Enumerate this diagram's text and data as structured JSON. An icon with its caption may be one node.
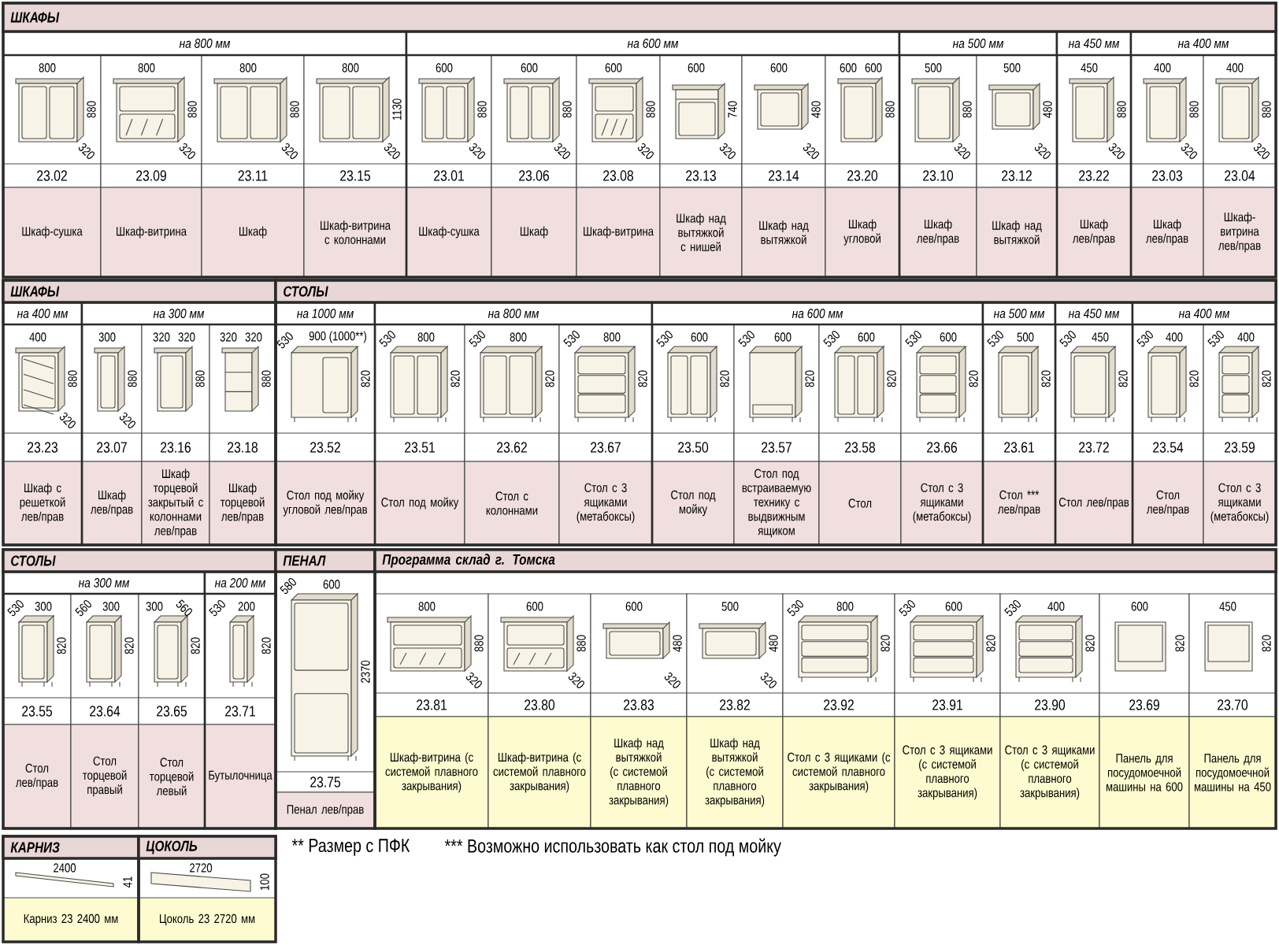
{
  "diagram": {
    "nodes": [
      {
        "text": [
          "ШКАФЫ"
        ]
      },
      {
        "text": [
          "на 800 мм"
        ],
        "in": 0
      },
      {
        "text": [
          "800",
          "880",
          "320",
          "23.02",
          "Шкаф-сушка"
        ],
        "in": 1
      },
      {
        "text": [
          "800",
          "880",
          "320",
          "23.09",
          "Шкаф-витрина"
        ],
        "in": 1
      },
      {
        "text": [
          "800",
          "880",
          "320",
          "23.11",
          "Шкаф"
        ],
        "in": 1
      },
      {
        "text": [
          "800",
          "1130",
          "320",
          "23.15",
          "Шкаф-витрина с колоннами"
        ],
        "in": 1
      },
      {
        "text": [
          "на 600 мм"
        ],
        "in": 0
      },
      {
        "text": [
          "600",
          "880",
          "320",
          "23.01",
          "Шкаф-сушка"
        ],
        "in": 6
      },
      {
        "text": [
          "600",
          "880",
          "320",
          "23.06",
          "Шкаф"
        ],
        "in": 6
      },
      {
        "text": [
          "600",
          "880",
          "320",
          "23.08",
          "Шкаф-витрина"
        ],
        "in": 6
      },
      {
        "text": [
          "600",
          "740",
          "320",
          "23.13",
          "Шкаф над вытяжкой с нишей"
        ],
        "in": 6
      },
      {
        "text": [
          "600",
          "480",
          "320",
          "23.14",
          "Шкаф над вытяжкой"
        ],
        "in": 6
      },
      {
        "text": [
          "600",
          "600",
          "880",
          "23.20",
          "Шкаф угловой"
        ],
        "in": 6
      },
      {
        "text": [
          "на 500 мм"
        ],
        "in": 0
      },
      {
        "text": [
          "500",
          "880",
          "320",
          "23.10",
          "Шкаф лев/прав"
        ],
        "in": 13
      },
      {
        "text": [
          "500",
          "480",
          "320",
          "23.12",
          "Шкаф над вытяжкой"
        ],
        "in": 13
      },
      {
        "text": [
          "на 450 мм"
        ],
        "in": 0
      },
      {
        "text": [
          "450",
          "880",
          "320",
          "23.22",
          "Шкаф лев/прав"
        ],
        "in": 16
      },
      {
        "text": [
          "на 400 мм"
        ],
        "in": 0
      },
      {
        "text": [
          "400",
          "880",
          "320",
          "23.03",
          "Шкаф лев/прав"
        ],
        "in": 18
      },
      {
        "text": [
          "400",
          "880",
          "320",
          "23.04",
          "Шкаф-витрина лев/прав"
        ],
        "in": 18
      },
      {
        "text": [
          "ШКАФЫ"
        ]
      },
      {
        "text": [
          "на 400 мм"
        ],
        "in": 21
      },
      {
        "text": [
          "400",
          "880",
          "320",
          "23.23",
          "Шкаф с решеткой лев/прав"
        ],
        "in": 22
      },
      {
        "text": [
          "на 300 мм"
        ],
        "in": 21
      },
      {
        "text": [
          "300",
          "880",
          "320",
          "23.07",
          "Шкаф лев/прав"
        ],
        "in": 24
      },
      {
        "text": [
          "320",
          "320",
          "880",
          "23.16",
          "Шкаф торцевой закрытый с колоннами лев/прав"
        ],
        "in": 24
      },
      {
        "text": [
          "320",
          "320",
          "880",
          "23.18",
          "Шкаф торцевой лев/прав"
        ],
        "in": 24
      },
      {
        "text": [
          "СТОЛЫ"
        ]
      },
      {
        "text": [
          "на 1000 мм"
        ],
        "in": 28
      },
      {
        "text": [
          "530",
          "900 (1000**)",
          "820",
          "23.52",
          "Стол под мойку угловой лев/прав"
        ],
        "in": 29
      },
      {
        "text": [
          "на 800 мм"
        ],
        "in": 28
      },
      {
        "text": [
          "530",
          "800",
          "820",
          "23.51",
          "Стол под мойку"
        ],
        "in": 31
      },
      {
        "text": [
          "530",
          "800",
          "820",
          "23.62",
          "Стол с колоннами"
        ],
        "in": 31
      },
      {
        "text": [
          "530",
          "800",
          "820",
          "23.67",
          "Стол с 3 ящиками (метабоксы)"
        ],
        "in": 31
      },
      {
        "text": [
          "на 600 мм"
        ],
        "in": 28
      },
      {
        "text": [
          "530",
          "600",
          "820",
          "23.50",
          "Стол под мойку"
        ],
        "in": 35
      },
      {
        "text": [
          "530",
          "600",
          "820",
          "23.57",
          "Стол под встраиваемую технику с выдвижным ящиком"
        ],
        "in": 35
      },
      {
        "text": [
          "530",
          "600",
          "820",
          "23.58",
          "Стол"
        ],
        "in": 35
      },
      {
        "text": [
          "530",
          "600",
          "820",
          "23.66",
          "Стол с 3 ящиками (метабоксы)"
        ],
        "in": 35
      },
      {
        "text": [
          "на 500 мм"
        ],
        "in": 28
      },
      {
        "text": [
          "530",
          "500",
          "820",
          "23.61",
          "Стол *** лев/прав"
        ],
        "in": 40
      },
      {
        "text": [
          "на 450 мм"
        ],
        "in": 28
      },
      {
        "text": [
          "530",
          "450",
          "820",
          "23.72",
          "Стол лев/прав"
        ],
        "in": 42
      },
      {
        "text": [
          "на 400 мм"
        ],
        "in": 28
      },
      {
        "text": [
          "530",
          "400",
          "820",
          "23.54",
          "Стол лев/прав"
        ],
        "in": 44
      },
      {
        "text": [
          "530",
          "400",
          "820",
          "23.59",
          "Стол с 3 ящиками (метабоксы)"
        ],
        "in": 44
      },
      {
        "text": [
          "СТОЛЫ"
        ]
      },
      {
        "text": [
          "на 300 мм"
        ],
        "in": 47
      },
      {
        "text": [
          "530",
          "300",
          "820",
          "23.55",
          "Стол лев/прав"
        ],
        "in": 48
      },
      {
        "text": [
          "560",
          "300",
          "820",
          "23.64",
          "Стол торцевой правый"
        ],
        "in": 48
      },
      {
        "text": [
          "300",
          "560",
          "820",
          "23.65",
          "Стол торцевой левый"
        ],
        "in": 48
      },
      {
        "text": [
          "на 200 мм"
        ],
        "in": 47
      },
      {
        "text": [
          "530",
          "200",
          "820",
          "23.71",
          "Бутылочница"
        ],
        "in": 52
      },
      {
        "text": [
          "ПЕНАЛ"
        ]
      },
      {
        "text": [
          "580",
          "600",
          "2370",
          "23.75",
          "Пенал лев/прав"
        ],
        "in": 54
      },
      {
        "text": [
          "Программа склад г. Томска"
        ]
      },
      {
        "text": [
          "800",
          "880",
          "320",
          "23.81",
          "Шкаф-витрина (с системой плавного закрывания)"
        ],
        "in": 56
      },
      {
        "text": [
          "600",
          "880",
          "320",
          "23.80",
          "Шкаф-витрина (с системой плавного закрывания)"
        ],
        "in": 56
      },
      {
        "text": [
          "600",
          "480",
          "320",
          "23.83",
          "Шкаф над вытяжкой (с системой плавного закрывания)"
        ],
        "in": 56
      },
      {
        "text": [
          "500",
          "480",
          "320",
          "23.82",
          "Шкаф над вытяжкой (с системой плавного закрывания)"
        ],
        "in": 56
      },
      {
        "text": [
          "530",
          "800",
          "820",
          "23.92",
          "Стол с 3 ящиками (с системой плавного закрывания)"
        ],
        "in": 56
      },
      {
        "text": [
          "530",
          "600",
          "820",
          "23.91",
          "Стол с 3 ящиками (с системой плавного закрывания)"
        ],
        "in": 56
      },
      {
        "text": [
          "530",
          "400",
          "820",
          "23.90",
          "Стол с 3 ящиками (с системой плавного закрывания)"
        ],
        "in": 56
      },
      {
        "text": [
          "600",
          "820",
          "23.69",
          "Панель для посудомоечной машины на 600"
        ],
        "in": 56
      },
      {
        "text": [
          "450",
          "820",
          "23.70",
          "Панель для посудомоечной машины на 450"
        ],
        "in": 56
      },
      {
        "text": [
          "КАРНИЗ"
        ]
      },
      {
        "text": [
          "2400",
          "41",
          "Карниз 23 2400 мм"
        ],
        "in": 66
      },
      {
        "text": [
          "ЦОКОЛЬ"
        ]
      },
      {
        "text": [
          "2720",
          "100",
          "Цоколь 23 2720 мм"
        ],
        "in": 68
      }
    ],
    "labels": [
      "** Размер с ПФК",
      "*** Возможно использовать как стол под мойку"
    ]
  }
}
